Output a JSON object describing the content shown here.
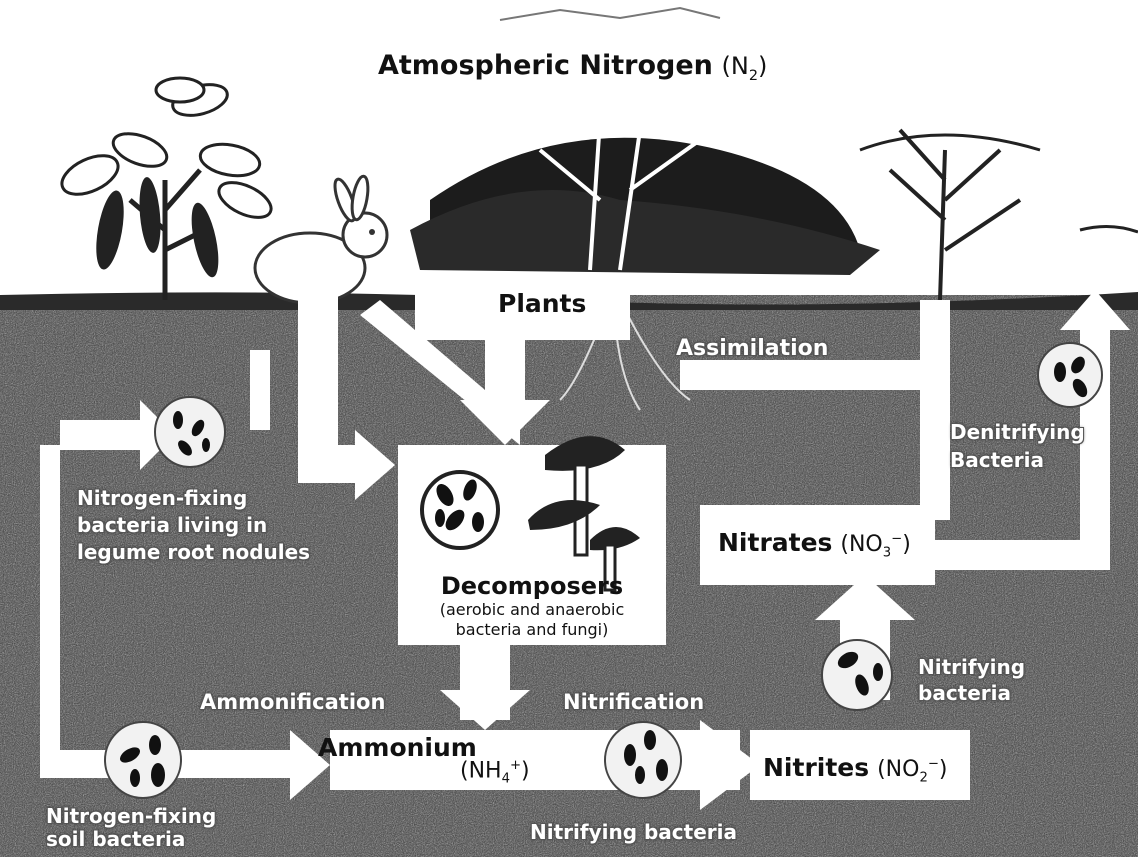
{
  "atmosphere": {
    "label": "Atmospheric Nitrogen",
    "formula_prefix": "(N",
    "formula_sub": "2",
    "formula_suffix": ")"
  },
  "plants": {
    "label": "Plants"
  },
  "assimilation": {
    "label": "Assimilation"
  },
  "denitrifying": {
    "line1": "Denitrifying",
    "line2": "Bacteria"
  },
  "nodule_bacteria": {
    "line1": "Nitrogen-fixing",
    "line2": "bacteria living in",
    "line3": "legume root nodules"
  },
  "decomposers": {
    "title": "Decomposers",
    "line1": "(aerobic and anaerobic",
    "line2": "bacteria and fungi)"
  },
  "nitrates": {
    "label": "Nitrates",
    "formula_prefix": "(NO",
    "formula_sub": "3",
    "formula_sup": "−",
    "formula_suffix": ")"
  },
  "nitrifying_upper": {
    "line1": "Nitrifying",
    "line2": "bacteria"
  },
  "ammonification": {
    "label": "Ammonification"
  },
  "nitrification": {
    "label": "Nitrification"
  },
  "ammonium": {
    "label": "Ammonium",
    "formula_prefix": "(NH",
    "formula_sub": "4",
    "formula_sup": "+",
    "formula_suffix": ")"
  },
  "nitrites": {
    "label": "Nitrites",
    "formula_prefix": "(NO",
    "formula_sub": "2",
    "formula_sup": "−",
    "formula_suffix": ")"
  },
  "soil_bacteria": {
    "line1": "Nitrogen-fixing",
    "line2": "soil bacteria"
  },
  "nitrifying_lower": {
    "label": "Nitrifying bacteria"
  },
  "colors": {
    "soil": "#3a3a3a",
    "soil_dark": "#1e1e1e",
    "arrow": "#ffffff",
    "ink": "#111111"
  }
}
